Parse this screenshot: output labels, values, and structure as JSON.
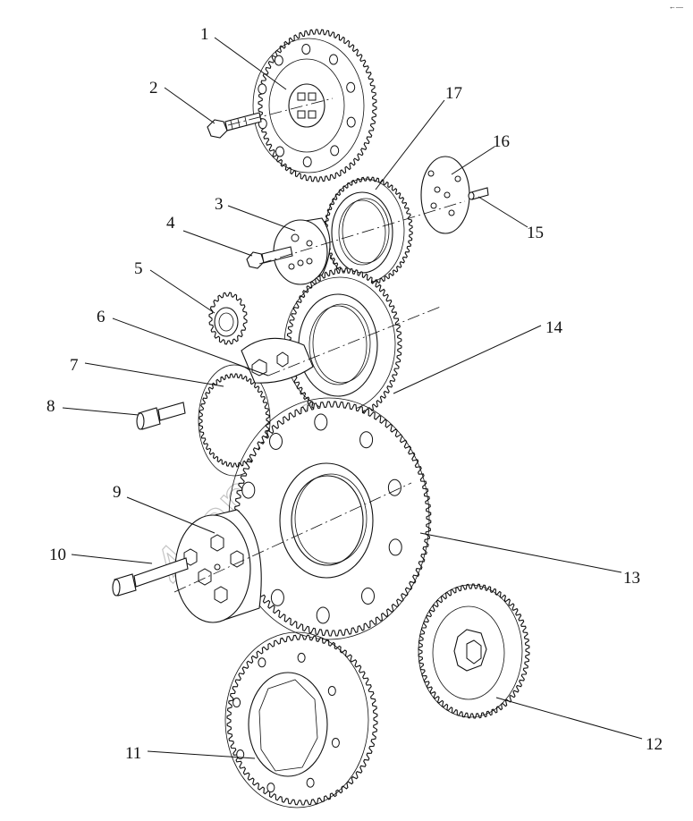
{
  "diagram": {
    "watermark": "4zap.com.ru",
    "corner_mark": "←—",
    "callouts": [
      {
        "id": "1",
        "text": "1"
      },
      {
        "id": "2",
        "text": "2"
      },
      {
        "id": "3",
        "text": "3"
      },
      {
        "id": "4",
        "text": "4"
      },
      {
        "id": "5",
        "text": "5"
      },
      {
        "id": "6",
        "text": "6"
      },
      {
        "id": "7",
        "text": "7"
      },
      {
        "id": "8",
        "text": "8"
      },
      {
        "id": "9",
        "text": "9"
      },
      {
        "id": "10",
        "text": "10"
      },
      {
        "id": "11",
        "text": "11"
      },
      {
        "id": "12",
        "text": "12"
      },
      {
        "id": "13",
        "text": "13"
      },
      {
        "id": "14",
        "text": "14"
      },
      {
        "id": "15",
        "text": "15"
      },
      {
        "id": "16",
        "text": "16"
      },
      {
        "id": "17",
        "text": "17"
      }
    ]
  }
}
